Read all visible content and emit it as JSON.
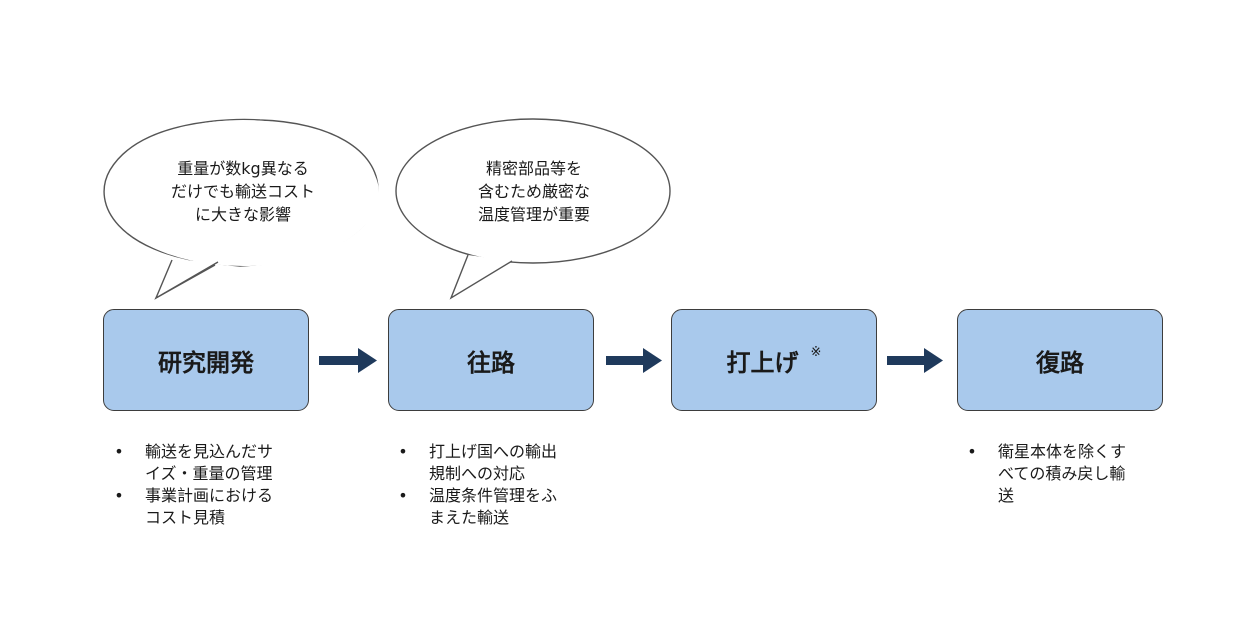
{
  "bubbles": [
    {
      "lines": [
        "重量が数kg異なる",
        "だけでも輸送コスト",
        "に大きな影響"
      ]
    },
    {
      "lines": [
        "精密部品等を",
        "含むため厳密な",
        "温度管理が重要"
      ]
    }
  ],
  "stages": [
    {
      "label": "研究開発",
      "mark": ""
    },
    {
      "label": "往路",
      "mark": ""
    },
    {
      "label": "打上げ",
      "mark": "※"
    },
    {
      "label": "復路",
      "mark": ""
    }
  ],
  "notes": {
    "stage1": [
      {
        "lines": [
          "輸送を見込んだサ",
          "イズ・重量の管理"
        ]
      },
      {
        "lines": [
          "事業計画における",
          "コスト見積"
        ]
      }
    ],
    "stage2": [
      {
        "lines": [
          "打上げ国への輸出",
          "規制への対応"
        ]
      },
      {
        "lines": [
          "温度条件管理をふ",
          "まえた輸送"
        ]
      }
    ],
    "stage4": [
      {
        "lines": [
          "衛星本体を除くす",
          "べての積み戻し輸",
          "送"
        ]
      }
    ]
  },
  "bullet_char": "•",
  "colors": {
    "stage_fill": "#a9c9ec",
    "arrow": "#1f3a5c"
  }
}
